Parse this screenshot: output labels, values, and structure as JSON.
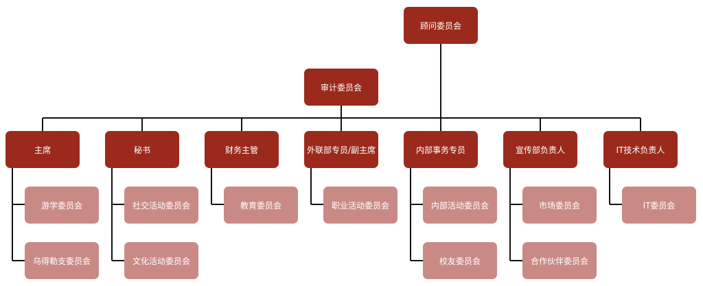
{
  "colors": {
    "lead": "#9b2a1c",
    "sub": "#c98a86",
    "line": "#111111"
  },
  "top": {
    "advisory": "顾问委员会",
    "audit": "审计委员会"
  },
  "columns": [
    {
      "lead": "主席",
      "subs": [
        "游学委员会",
        "乌得勒支委员会"
      ]
    },
    {
      "lead": "秘书",
      "subs": [
        "社交活动委员会",
        "文化活动委员会"
      ]
    },
    {
      "lead": "财务主管",
      "subs": [
        "教育委员会"
      ]
    },
    {
      "lead": "外联部专员/副主席",
      "subs": [
        "职业活动委员会"
      ]
    },
    {
      "lead": "内部事务专员",
      "subs": [
        "内部活动委员会",
        "校友委员会"
      ]
    },
    {
      "lead": "宣传部负责人",
      "subs": [
        "市场委员会",
        "合作伙伴委员会"
      ]
    },
    {
      "lead": "IT技术负责人",
      "subs": [
        "IT委员会"
      ]
    }
  ]
}
